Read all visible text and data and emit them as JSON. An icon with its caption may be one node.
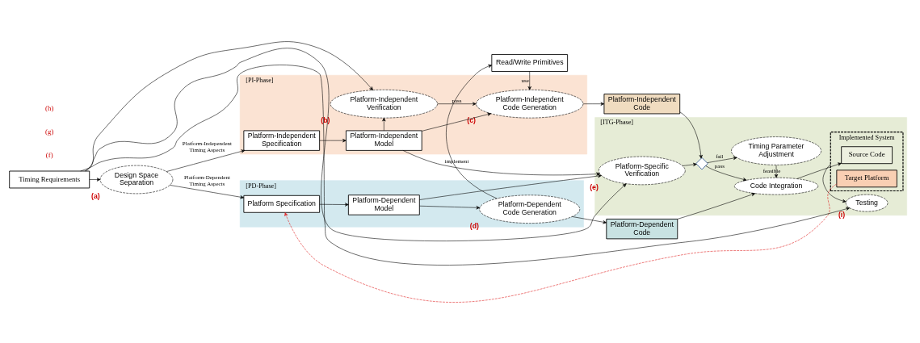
{
  "diagram": {
    "nodes": [
      {
        "text": [
          "[PI-Phase]"
        ]
      },
      {
        "text": [
          "Platform-Independent Verification"
        ],
        "in": 0,
        "beside": [
          "(b)"
        ]
      },
      {
        "text": [
          "Platform-Independent Specification"
        ],
        "in": 0
      },
      {
        "text": [
          "Platform-Independent Model"
        ],
        "in": 0
      },
      {
        "text": [
          "Platform-Independent Code Generation"
        ],
        "in": 0,
        "beside": [
          "(c)"
        ]
      },
      {
        "text": [
          "Platform-Independent Code"
        ]
      },
      {
        "text": [
          "[ITG-Phase]"
        ]
      },
      {
        "text": [
          "Timing Parameter Adjustment"
        ],
        "in": 6
      },
      {
        "text": [
          "Timing Requirements"
        ]
      },
      {
        "text": [
          "Design Space Separation"
        ],
        "beside": [
          "(a)"
        ]
      },
      {
        "text": [
          "Read/Write Primitives"
        ]
      },
      {
        "text": [
          "Platform-Specific Verification"
        ],
        "in": 6,
        "beside": [
          "(e)"
        ]
      },
      {
        "text": [],
        "shape": "diamond",
        "in": 6
      },
      {
        "text": [
          "Code Integration"
        ],
        "in": 6
      },
      {
        "text": [
          "Implemented System"
        ],
        "in": 6
      },
      {
        "text": [
          "Source Code"
        ],
        "in": 14
      },
      {
        "text": [
          "Target Platform"
        ],
        "in": 14
      },
      {
        "text": [
          "[PD-Phase]"
        ]
      },
      {
        "text": [
          "Platform Specification"
        ],
        "in": 17
      },
      {
        "text": [
          "Platform-Dependent Model"
        ],
        "in": 17
      },
      {
        "text": [
          "Platform-Dependent Code Generation"
        ],
        "in": 17,
        "beside": [
          "(d)"
        ]
      },
      {
        "text": [
          "Platform-Dependent Code"
        ]
      },
      {
        "text": [
          "Testing"
        ],
        "in": 6,
        "beside": [
          "(i)"
        ]
      }
    ],
    "edges": [
      {
        "from": 8,
        "to": 9,
        "arrow": "to"
      },
      {
        "from": 8,
        "to": 1,
        "arrow": "to"
      },
      {
        "from": 8,
        "to": 11,
        "arrow": "to"
      },
      {
        "from": 8,
        "to": 22,
        "arrow": "to"
      },
      {
        "from": 9,
        "to": 2,
        "arrow": "to",
        "label": "Platform-Independent Timing Aspects"
      },
      {
        "from": 9,
        "to": 18,
        "arrow": "to",
        "label": "Platform-Dependent Timing Aspects"
      },
      {
        "from": 2,
        "to": 3,
        "arrow": "to"
      },
      {
        "from": 3,
        "to": 1,
        "arrow": "to"
      },
      {
        "from": 3,
        "to": 4,
        "arrow": "to"
      },
      {
        "from": 1,
        "to": 4,
        "arrow": "to",
        "label": "pass"
      },
      {
        "from": 4,
        "to": 5,
        "arrow": "to"
      },
      {
        "from": 3,
        "to": 11,
        "arrow": "to"
      },
      {
        "from": 10,
        "to": 4,
        "arrow": "to",
        "label": "use"
      },
      {
        "from": 20,
        "to": 10,
        "arrow": "to",
        "label": "implement"
      },
      {
        "from": 18,
        "to": 19,
        "arrow": "to"
      },
      {
        "from": 19,
        "to": 20,
        "arrow": "to"
      },
      {
        "from": 20,
        "to": 21,
        "arrow": "to"
      },
      {
        "from": 19,
        "to": 11,
        "arrow": "to"
      },
      {
        "from": 11,
        "to": 12,
        "arrow": "to"
      },
      {
        "from": 5,
        "to": 12,
        "arrow": "to"
      },
      {
        "from": 12,
        "to": 7,
        "arrow": "to",
        "label": "fail"
      },
      {
        "from": 12,
        "to": 13,
        "arrow": "to",
        "label": "pass"
      },
      {
        "from": 7,
        "to": 13,
        "arrow": "to",
        "label": "feasible"
      },
      {
        "from": 21,
        "to": 13,
        "arrow": "to"
      },
      {
        "from": 13,
        "to": 15,
        "arrow": "to"
      },
      {
        "from": 14,
        "to": 22,
        "arrow": "to"
      },
      {
        "from": 16,
        "to": 18,
        "arrow": "to",
        "style": "dashed",
        "color": "#e02020"
      }
    ],
    "labels": [
      "(f)",
      "(g)",
      "(h)"
    ]
  }
}
